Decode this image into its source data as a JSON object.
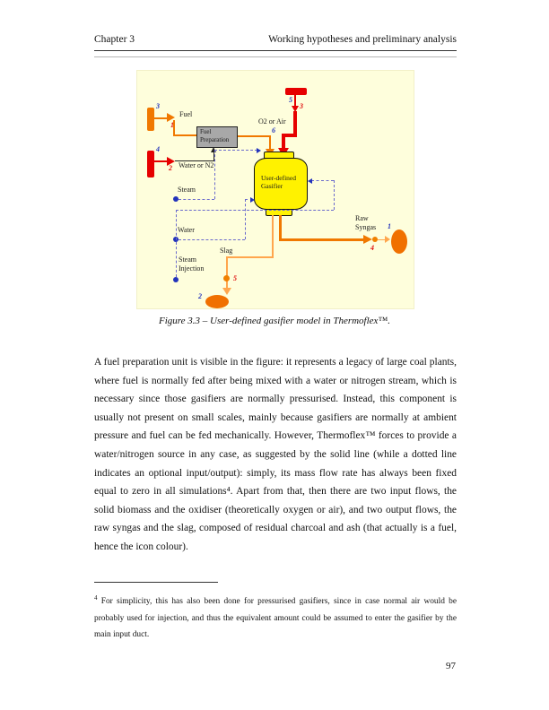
{
  "page": {
    "header_left": "Chapter 3",
    "header_right": "Working hypotheses and preliminary analysis",
    "page_number": "97"
  },
  "figure": {
    "caption": "Figure 3.3 – User-defined gasifier model in Thermoflex™.",
    "diagram": {
      "fuel_source": {
        "port": "3",
        "stream": "1",
        "label": "Fuel"
      },
      "water_source": {
        "port": "4",
        "stream": "2",
        "label": "Water or N2"
      },
      "oxidiser_source": {
        "port": "5",
        "stream": "3",
        "label": "O2 or Air",
        "inlet": "6"
      },
      "fuel_preparation": {
        "label": "Fuel\nPreparation"
      },
      "gasifier": {
        "label": "User-defined\nGasifier"
      },
      "steam": {
        "label": "Steam"
      },
      "water": {
        "label": "Water"
      },
      "steam_injection": {
        "label": "Steam\nInjection"
      },
      "slag": {
        "label": "Slag",
        "stream": "5",
        "sink": "2"
      },
      "raw_syngas": {
        "label": "Raw\nSyngas",
        "stream": "4",
        "sink": "1"
      },
      "colors": {
        "figure_bg": "#FEFEDC",
        "orange": "#F07800",
        "light_orange": "#FFA64D",
        "red": "#E60000",
        "gasifier_yellow": "#FFF200",
        "unit_gray": "#A8A8A8",
        "port_blue": "#2233BB",
        "dashed_blue": "#6A6ACC"
      }
    }
  },
  "body": {
    "paragraph": "A fuel preparation unit is visible in the figure: it represents a legacy of large coal plants, where fuel is normally fed after being mixed with a water or nitrogen stream, which is necessary since those gasifiers are normally pressurised. Instead, this component is usually not present on small scales, mainly because gasifiers are normally at ambient pressure and fuel can be fed mechanically. However, Thermoflex™ forces to provide a water/nitrogen source in any case, as suggested by the solid line (while a dotted line indicates an optional input/output): simply, its mass flow rate has always been fixed equal to zero in all simulations⁴. Apart from that, then there are two input flows, the solid biomass and the oxidiser (theoretically oxygen or air), and two output flows, the raw syngas and the slag, composed of residual charcoal and ash (that actually is a fuel, hence the icon colour)."
  },
  "footnote": {
    "marker": "4",
    "text": " For simplicity, this has also been done for pressurised gasifiers, since in case normal air would be probably used for injection, and thus the equivalent amount could be assumed to enter the gasifier by the main input duct."
  }
}
